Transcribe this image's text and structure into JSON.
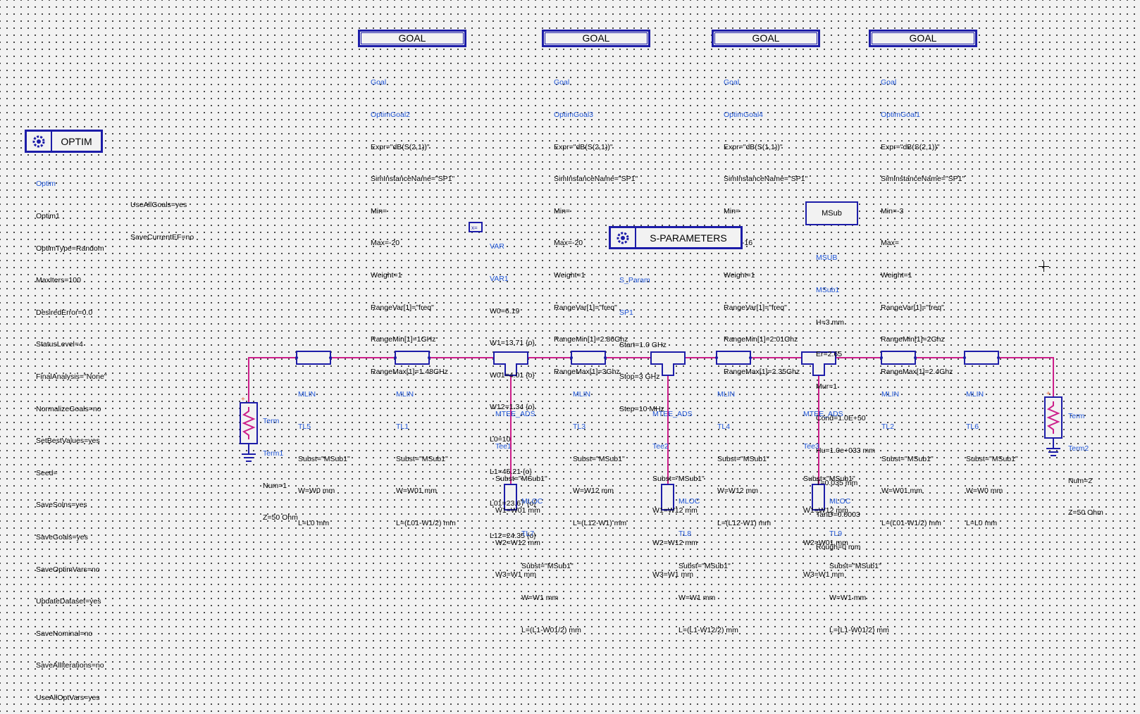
{
  "header_boxes": {
    "goal_title": "GOAL",
    "optim_title": "OPTIM",
    "sparam_title": "S-PARAMETERS",
    "msub_title": "MSub",
    "var_icon": "var-icon",
    "optim_icon": "optim-gear-icon",
    "sparam_icon": "sparam-gear-icon"
  },
  "colors": {
    "wire": "#cc1f8a",
    "component": "#1c1ca8",
    "label_blue": "#1f55d6",
    "dot_grid": "#1a1a1a"
  },
  "goals": [
    {
      "id": "goal2",
      "type": "Goal",
      "name": "OptimGoal2",
      "lines": [
        "Expr=\"dB(S(2,1))\"",
        "SimInstanceName=\"SP1\"",
        "Min=",
        "Max=-20",
        "Weight=1",
        "RangeVar[1]=\"freq\"",
        "RangeMin[1]=1GHz",
        "RangeMax[1]=1.48GHz"
      ]
    },
    {
      "id": "goal3",
      "type": "Goal",
      "name": "OptimGoal3",
      "lines": [
        "Expr=\"dB(S(2,1))\"",
        "SimInstanceName=\"SP1\"",
        "Min=",
        "Max=-20",
        "Weight=1",
        "RangeVar[1]=\"freq\"",
        "RangeMin[1]=2.86Ghz",
        "RangeMax[1]=3Ghz"
      ]
    },
    {
      "id": "goal4",
      "type": "Goal",
      "name": "OptimGoal4",
      "lines": [
        "Expr=\"dB(S(1,1))\"",
        "SimInstanceName=\"SP1\"",
        "Min=",
        "Max=-16",
        "Weight=1",
        "RangeVar[1]=\"freq\"",
        "RangeMin[1]=2.01Ghz",
        "RangeMax[1]=2.35Ghz"
      ]
    },
    {
      "id": "goal1",
      "type": "Goal",
      "name": "OptimGoal1",
      "lines": [
        "Expr=\"dB(S(2,1))\"",
        "SimInstanceName=\"SP1\"",
        "Min=-3",
        "Max=",
        "Weight=1",
        "RangeVar[1]=\"freq\"",
        "RangeMin[1]=2Ghz",
        "RangeMax[1]=2.4Ghz"
      ]
    }
  ],
  "optim": {
    "type": "Optim",
    "name": "Optim1",
    "lines": [
      "OptimType=Random",
      "MaxIters=100",
      "DesiredError=0.0",
      "StatusLevel=4",
      "FinalAnalysis=\"None\"",
      "NormalizeGoals=no",
      "SetBestValues=yes",
      "Seed=",
      "SaveSolns=yes",
      "SaveGoals=yes",
      "SaveOptimVars=no",
      "UpdateDataset=yes",
      "SaveNominal=no",
      "SaveAllIterations=no",
      "UseAllOptVars=yes"
    ],
    "extra_lines": [
      "UseAllGoals=yes",
      "SaveCurrentEF=no"
    ]
  },
  "var": {
    "type": "VAR",
    "name": "VAR1",
    "lines": [
      "W0=6.19",
      "W1=13.71 {o}",
      "W01=4.01 {o}",
      "W12=1.34 {o}",
      "L0=10",
      "L1=45.21 {o}",
      "L01=23.67 {o}",
      "L12=24.35 {o}"
    ]
  },
  "sparam": {
    "type": "S_Param",
    "name": "SP1",
    "lines": [
      "Start=1.0 GHz",
      "Stop=3 GHz",
      "Step=10 MHz"
    ]
  },
  "msub": {
    "type": "MSUB",
    "name": "MSub1",
    "lines": [
      "H=3 mm",
      "Er=2.65",
      "Mur=1",
      "Cond=1.0E+50",
      "Hu=1.0e+033 mm",
      "T=0.035 mm",
      "TanD=0.0003",
      "Rough=0 mm"
    ]
  },
  "terms": [
    {
      "id": "term1",
      "type": "Term",
      "name": "Term1",
      "lines": [
        "Num=1",
        "Z=50 Ohm"
      ]
    },
    {
      "id": "term2",
      "type": "Term",
      "name": "Term2",
      "lines": [
        "Num=2",
        "Z=50 Ohm"
      ]
    }
  ],
  "mlins": [
    {
      "id": "tl5",
      "type": "MLIN",
      "name": "TL5",
      "lines": [
        "Subst=\"MSub1\"",
        "W=W0 mm",
        "L=L0 mm"
      ]
    },
    {
      "id": "tl1",
      "type": "MLIN",
      "name": "TL1",
      "lines": [
        "Subst=\"MSub1\"",
        "W=W01 mm",
        "L=(L01-W1/2) mm"
      ]
    },
    {
      "id": "tl3",
      "type": "MLIN",
      "name": "TL3",
      "lines": [
        "Subst=\"MSub1\"",
        "W=W12 mm",
        "L=(L12-W1) mm"
      ]
    },
    {
      "id": "tl4",
      "type": "MLIN",
      "name": "TL4",
      "lines": [
        "Subst=\"MSub1\"",
        "W=W12 mm",
        "L=(L12-W1) mm"
      ]
    },
    {
      "id": "tl2",
      "type": "MLIN",
      "name": "TL2",
      "lines": [
        "Subst=\"MSub1\"",
        "W=W01 mm",
        "L=(L01-W1/2) mm"
      ]
    },
    {
      "id": "tl6",
      "type": "MLIN",
      "name": "TL6",
      "lines": [
        "Subst=\"MSub1\"",
        "W=W0 mm",
        "L=L0 mm"
      ]
    }
  ],
  "tees": [
    {
      "id": "tee1",
      "type": "MTEE_ADS",
      "name": "Tee1",
      "lines": [
        "Subst=\"MSub1\"",
        "W1=W01 mm",
        "W2=W12 mm",
        "W3=W1 mm"
      ]
    },
    {
      "id": "tee2",
      "type": "MTEE_ADS",
      "name": "Tee2",
      "lines": [
        "Subst=\"MSub1\"",
        "W1=W12 mm",
        "W2=W12 mm",
        "W3=W1 mm"
      ]
    },
    {
      "id": "tee3",
      "type": "MTEE_ADS",
      "name": "Tee3",
      "lines": [
        "Subst=\"MSub1\"",
        "W1=W12 mm",
        "W2=W01 mm",
        "W3=W1 mm"
      ]
    }
  ],
  "mlocs": [
    {
      "id": "tl7",
      "type": "MLOC",
      "name": "TL7",
      "lines": [
        "Subst=\"MSub1\"",
        "W=W1 mm",
        "L=(L1-W01/2) mm"
      ]
    },
    {
      "id": "tl8",
      "type": "MLOC",
      "name": "TL8",
      "lines": [
        "Subst=\"MSub1\"",
        "W=W1 mm",
        "L=(L1-W12/2) mm"
      ]
    },
    {
      "id": "tl9",
      "type": "MLOC",
      "name": "TL9",
      "lines": [
        "Subst=\"MSub1\"",
        "W=W1 mm",
        "L=(L1-W01/2) mm"
      ]
    }
  ]
}
